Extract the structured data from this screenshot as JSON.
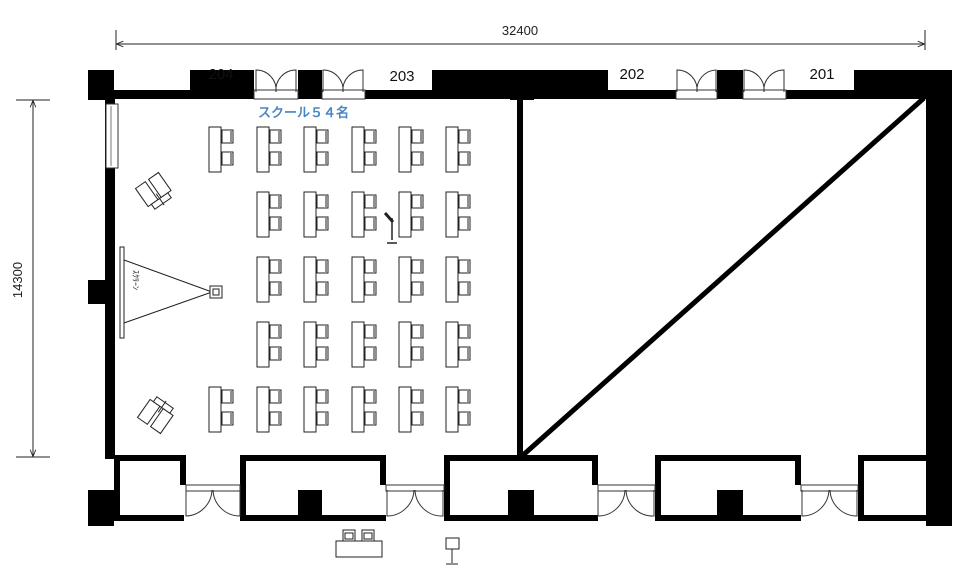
{
  "dimensions": {
    "width_label": "32400",
    "height_label": "14300"
  },
  "rooms": [
    {
      "label": "204"
    },
    {
      "label": "203"
    },
    {
      "label": "202"
    },
    {
      "label": "201"
    }
  ],
  "layout_label": "スクール５４名",
  "screen_label": "ｽｸﾘｰﾝ",
  "seating": {
    "rows": [
      {
        "tables": 6
      },
      {
        "tables": 5
      },
      {
        "tables": 5
      },
      {
        "tables": 5
      },
      {
        "tables": 6
      }
    ]
  },
  "colors": {
    "wall": "#000000",
    "label_accent": "#4a86c5"
  },
  "icons": [
    "microphone-icon",
    "projector-icon",
    "camera-tripod-icon",
    "podium-icon",
    "speaker-table-icon"
  ]
}
